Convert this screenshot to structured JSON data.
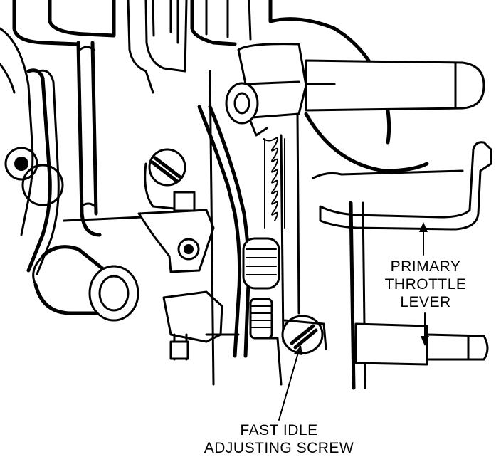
{
  "labels": {
    "primary_throttle_lever": [
      "PRIMARY",
      "THROTTLE",
      "LEVER"
    ],
    "fast_idle_adjusting_screw": [
      "FAST IDLE",
      "ADJUSTING SCREW"
    ]
  }
}
